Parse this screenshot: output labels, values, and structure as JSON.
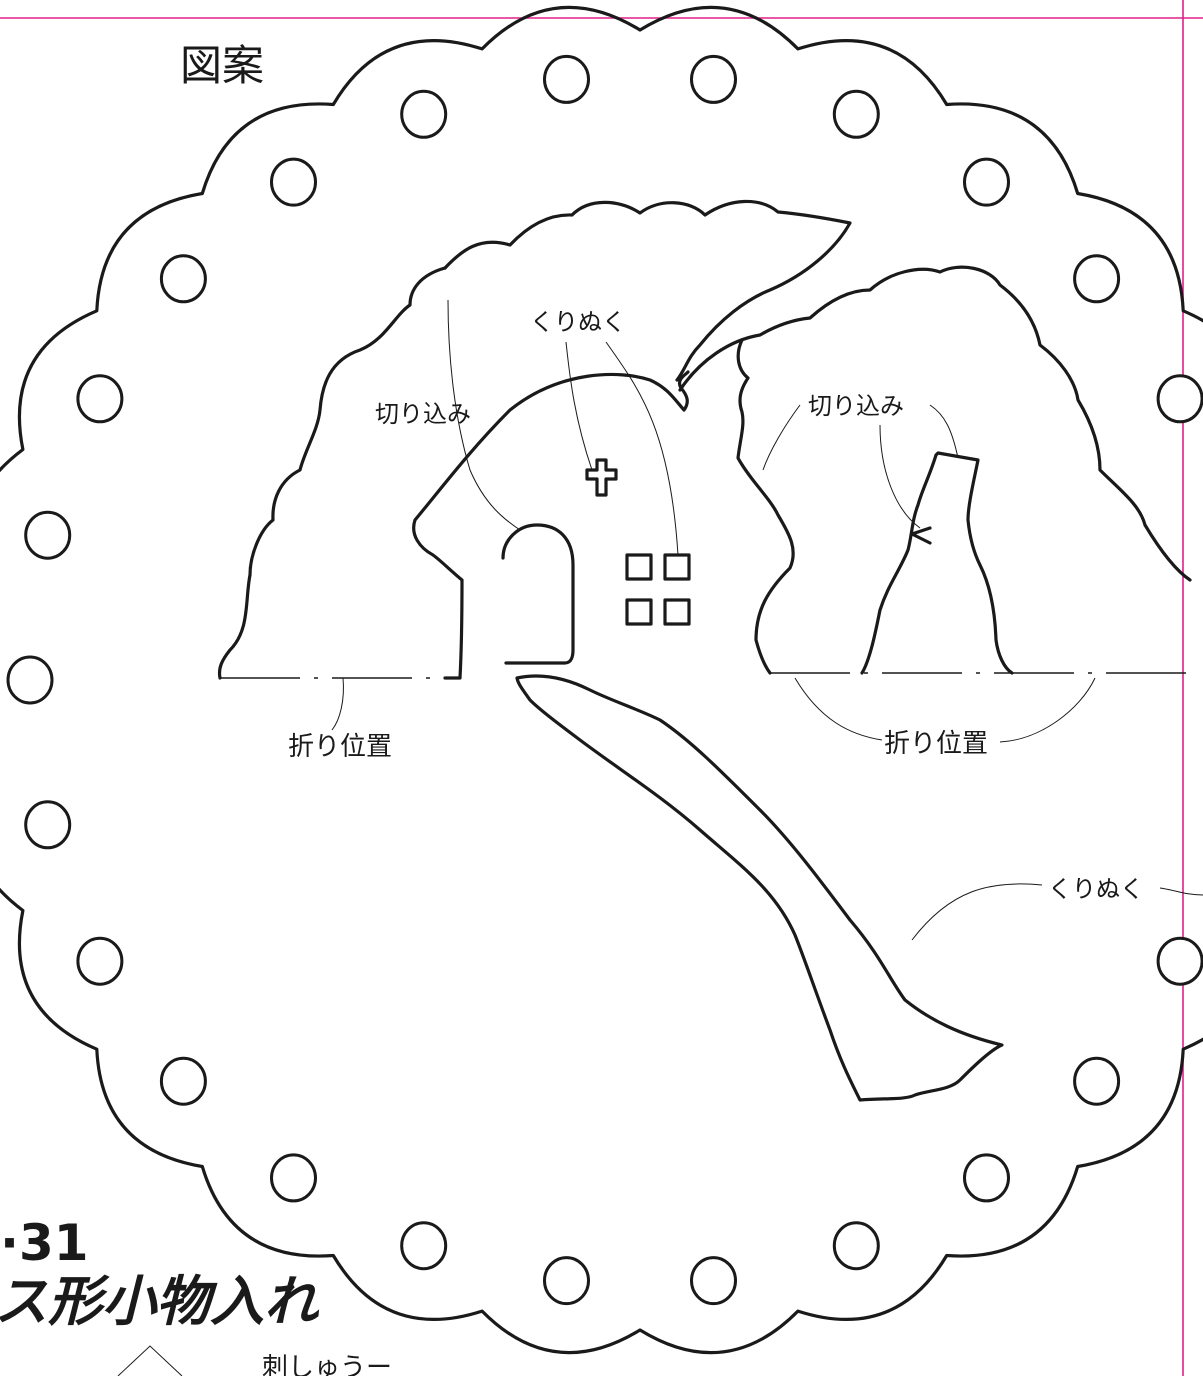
{
  "title": "図案",
  "labels": {
    "cutout_top": "くりぬく",
    "cutout_right": "くりぬく",
    "slit_left": "切り込み",
    "slit_right": "切り込み",
    "fold_left": "折り位置",
    "fold_right": "折り位置"
  },
  "footer": {
    "number": "·31",
    "name": "ス形小物入れ",
    "partial_note": "刺しゅうー"
  },
  "colors": {
    "guide_line": "#e0208a",
    "line": "#1a1a1a",
    "paper": "#ffffff"
  }
}
